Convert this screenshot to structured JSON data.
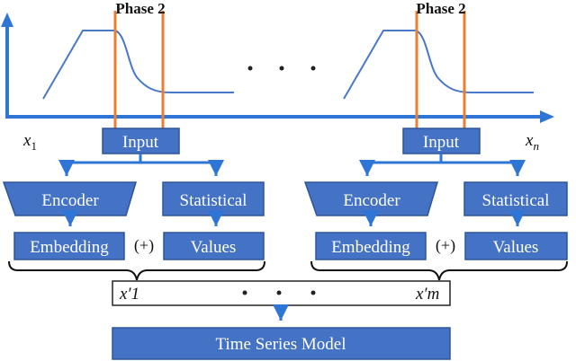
{
  "phase_label_left": "Phase 2",
  "phase_label_right": "Phase 2",
  "axis_left_label": "x",
  "axis_left_sub": "1",
  "axis_right_label": "x",
  "axis_right_sub": "n",
  "axis_ellipsis": "• • •",
  "input_label_left": "Input",
  "input_label_right": "Input",
  "encoder_label_left": "Encoder",
  "encoder_label_right": "Encoder",
  "statistical_label_left": "Statistical",
  "statistical_label_right": "Statistical",
  "embedding_label_left": "Embedding",
  "embedding_label_right": "Embedding",
  "values_label_left": "Values",
  "values_label_right": "Values",
  "concat_left": "(+)",
  "concat_right": "(+)",
  "seq_first": "x′1",
  "seq_last": "x′m",
  "seq_ellipsis": "• • •",
  "time_series_model_label": "Time Series Model",
  "colors": {
    "box_fill": "#4472c4",
    "box_stroke": "#2f5597",
    "arrow": "#2e75d6",
    "phase_line": "#ed7d31",
    "curve": "#4a78c8"
  }
}
